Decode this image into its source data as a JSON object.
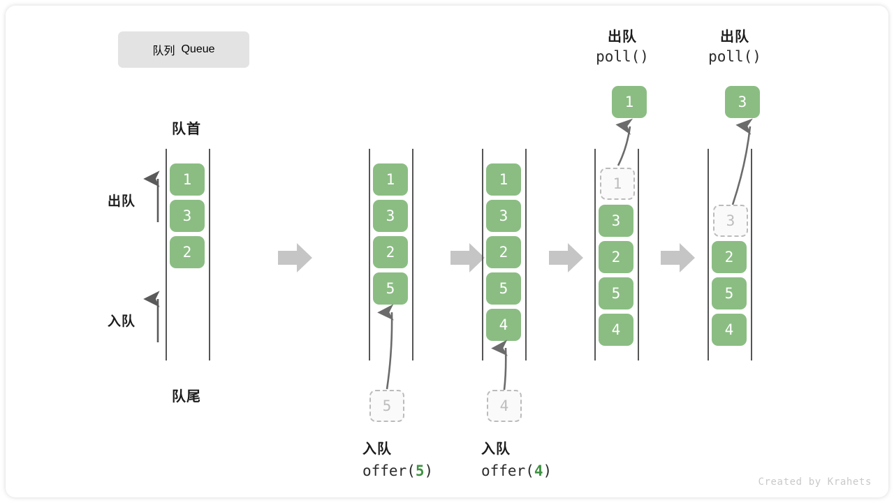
{
  "title": {
    "cn": "队列",
    "en": "Queue"
  },
  "labels": {
    "head": "队首",
    "tail": "队尾",
    "dequeue": "出队",
    "enqueue": "入队"
  },
  "colors": {
    "element_green": "#8bbd83",
    "ghost_gray": "#bdbdbd",
    "rail_gray": "#555555",
    "transition_arrow": "#c5c5c5",
    "accent_code_green": "#3f9142",
    "pill_background": "#e3e3e3"
  },
  "columns": [
    {
      "id": "state-initial",
      "slots": [
        {
          "value": "1",
          "style": "solid"
        },
        {
          "value": "3",
          "style": "solid"
        },
        {
          "value": "2",
          "style": "solid"
        }
      ]
    },
    {
      "id": "state-after-offer-5",
      "slots": [
        {
          "value": "1",
          "style": "solid"
        },
        {
          "value": "3",
          "style": "solid"
        },
        {
          "value": "2",
          "style": "solid"
        },
        {
          "value": "5",
          "style": "solid"
        }
      ],
      "incoming": {
        "value": "5",
        "style": "ghost"
      },
      "caption": {
        "cn": "入队",
        "fn": "offer(",
        "val": "5",
        "close": ")"
      }
    },
    {
      "id": "state-after-offer-4",
      "slots": [
        {
          "value": "1",
          "style": "solid"
        },
        {
          "value": "3",
          "style": "solid"
        },
        {
          "value": "2",
          "style": "solid"
        },
        {
          "value": "5",
          "style": "solid"
        },
        {
          "value": "4",
          "style": "solid"
        }
      ],
      "incoming": {
        "value": "4",
        "style": "ghost"
      },
      "caption": {
        "cn": "入队",
        "fn": "offer(",
        "val": "4",
        "close": ")"
      }
    },
    {
      "id": "state-after-poll-1",
      "slots": [
        {
          "value": "1",
          "style": "ghost"
        },
        {
          "value": "3",
          "style": "solid"
        },
        {
          "value": "2",
          "style": "solid"
        },
        {
          "value": "5",
          "style": "solid"
        },
        {
          "value": "4",
          "style": "solid"
        }
      ],
      "outgoing": {
        "value": "1",
        "style": "solid"
      },
      "caption": {
        "cn": "出队",
        "code": "poll()"
      }
    },
    {
      "id": "state-after-poll-3",
      "slots": [
        {
          "value": "",
          "style": "empty"
        },
        {
          "value": "3",
          "style": "ghost"
        },
        {
          "value": "2",
          "style": "solid"
        },
        {
          "value": "5",
          "style": "solid"
        },
        {
          "value": "4",
          "style": "solid"
        }
      ],
      "outgoing": {
        "value": "3",
        "style": "solid"
      },
      "caption": {
        "cn": "出队",
        "code": "poll()"
      }
    }
  ],
  "watermark": "Created by Krahets"
}
